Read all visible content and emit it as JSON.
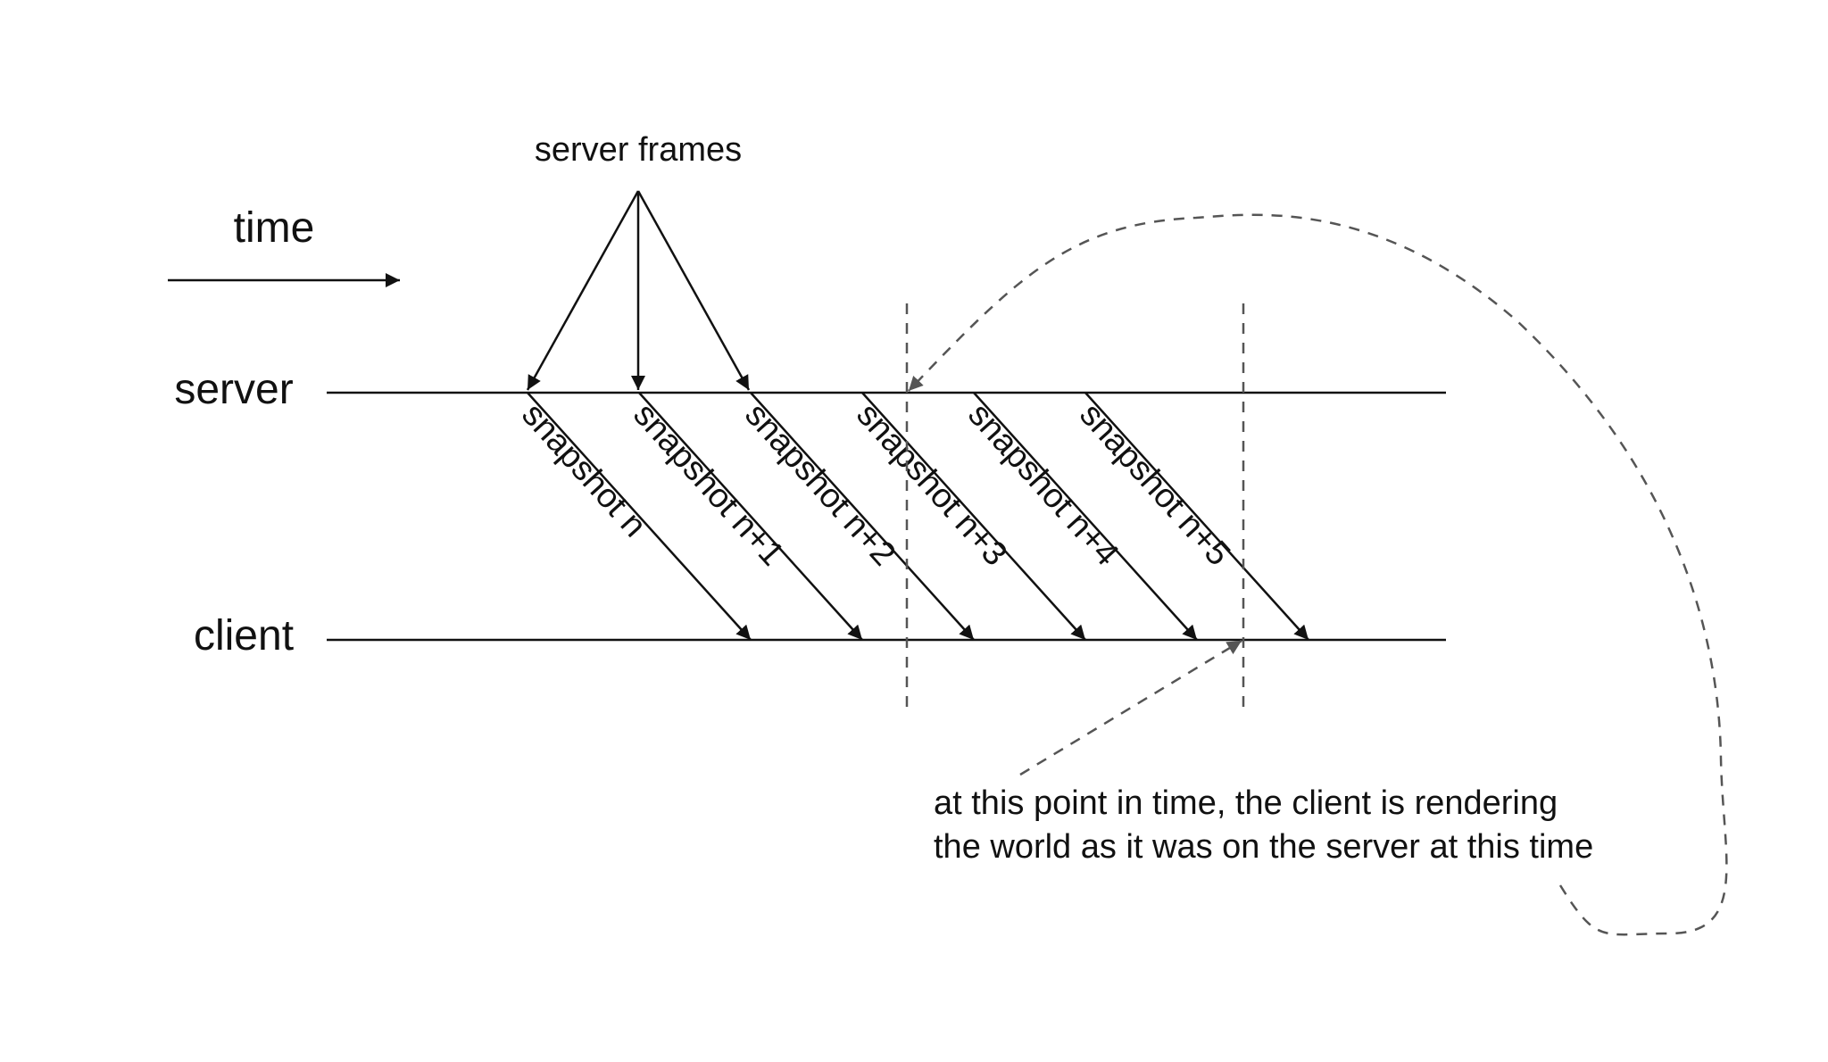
{
  "labels": {
    "time": "time",
    "server_frames": "server frames",
    "server": "server",
    "client": "client",
    "annotation_line1": "at this point in time, the client is rendering",
    "annotation_line2": "the world as it was on the server at this time"
  },
  "snapshots": [
    {
      "label": "snapshot n"
    },
    {
      "label": "snapshot n+1"
    },
    {
      "label": "snapshot n+2"
    },
    {
      "label": "snapshot n+3"
    },
    {
      "label": "snapshot n+4"
    },
    {
      "label": "snapshot n+5"
    }
  ],
  "colors": {
    "line": "#111111",
    "dashed": "#555555"
  }
}
